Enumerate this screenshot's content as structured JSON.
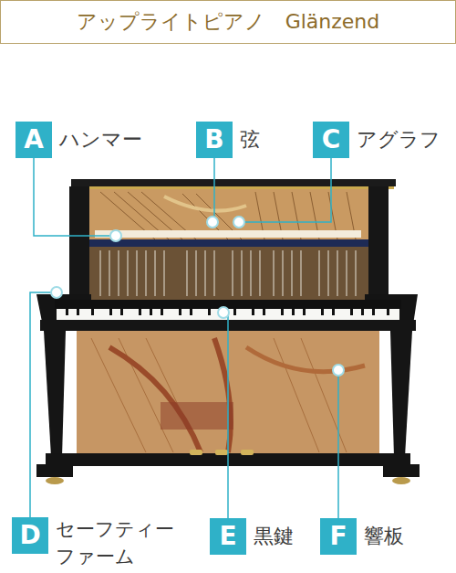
{
  "diagram": {
    "title": "アップライトピアノ　Glänzend",
    "nodes": [
      {
        "text": [
          "A",
          "ハンマー"
        ]
      },
      {
        "text": [
          "B",
          "弦"
        ]
      },
      {
        "text": [
          "C",
          "アグラフ"
        ]
      },
      {
        "text": [
          "D",
          "セーフティー ファーム"
        ]
      },
      {
        "text": [
          "E",
          "黒鍵"
        ]
      },
      {
        "text": [
          "F",
          "響板"
        ]
      }
    ]
  }
}
